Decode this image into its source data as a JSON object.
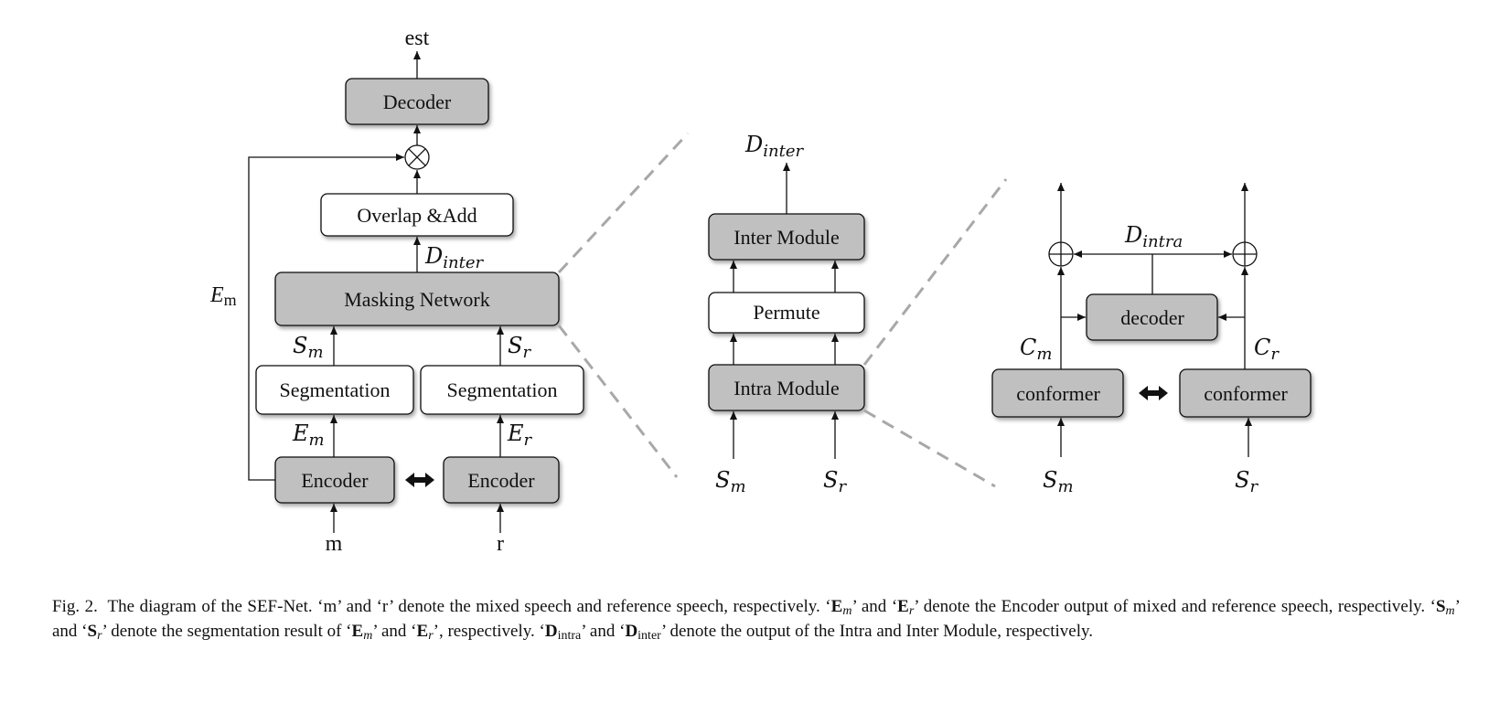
{
  "diagram": {
    "left": {
      "decoder": "Decoder",
      "overlap_add": "Overlap &Add",
      "masking_network": "Masking Network",
      "segmentation_m": "Segmentation",
      "segmentation_r": "Segmentation",
      "encoder_m": "Encoder",
      "encoder_r": "Encoder",
      "output_est": "est",
      "input_m": "m",
      "input_r": "r",
      "skip_label": {
        "base": "E",
        "sub": "m"
      },
      "d_inter": {
        "base": "D",
        "sub": "inter"
      },
      "s_m": {
        "base": "S",
        "sub": "m"
      },
      "s_r": {
        "base": "S",
        "sub": "r"
      },
      "e_m": {
        "base": "E",
        "sub": "m"
      },
      "e_r": {
        "base": "E",
        "sub": "r"
      }
    },
    "middle": {
      "inter_module": "Inter Module",
      "permute": "Permute",
      "intra_module": "Intra Module",
      "d_inter": {
        "base": "D",
        "sub": "inter"
      },
      "s_m": {
        "base": "S",
        "sub": "m"
      },
      "s_r": {
        "base": "S",
        "sub": "r"
      }
    },
    "right": {
      "decoder": "decoder",
      "conformer_m": "conformer",
      "conformer_r": "conformer",
      "d_intra": {
        "base": "D",
        "sub": "intra"
      },
      "c_m": {
        "base": "C",
        "sub": "m"
      },
      "c_r": {
        "base": "C",
        "sub": "r"
      },
      "s_m": {
        "base": "S",
        "sub": "m"
      },
      "s_r": {
        "base": "S",
        "sub": "r"
      }
    },
    "colors": {
      "shaded_box": "#c0c0c0",
      "white_box": "#ffffff",
      "dashed_zoom": "#a8a8a8"
    }
  },
  "caption": {
    "fig_label": "Fig. 2.",
    "p1": "The diagram of the SEF-Net. ‘m’ and ‘r’ denote the mixed speech and reference speech, respectively. ‘",
    "em_b": "E",
    "em_i": "m",
    "p2": "’ and ‘",
    "er_b": "E",
    "er_i": "r",
    "p3": "’ denote the Encoder output of mixed and reference speech, respectively. ‘",
    "sm_b": "S",
    "sm_i": "m",
    "p4": "’ and ‘",
    "sr_b": "S",
    "sr_i": "r",
    "p5": "’ denote the segmentation result of ‘",
    "em2_b": "E",
    "em2_i": "m",
    "p6": "’ and ‘",
    "er2_b": "E",
    "er2_i": "r",
    "p7": "’, respectively. ‘",
    "dintra_b": "D",
    "dintra_sub": "intra",
    "p8": "’ and ‘",
    "dinter_b": "D",
    "dinter_sub": "inter",
    "p9": "’ denote the output of the Intra and Inter Module, respectively."
  }
}
